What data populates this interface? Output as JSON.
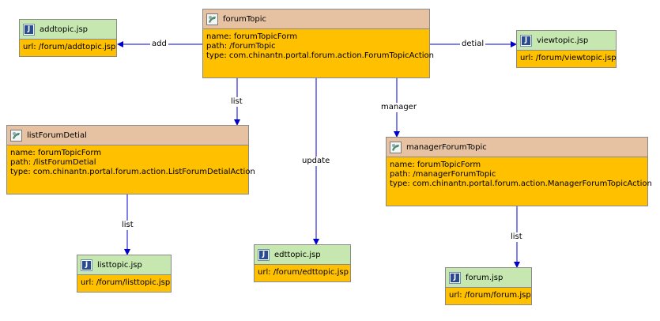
{
  "actions": {
    "forumTopic": {
      "name": "forumTopic",
      "lines": [
        "name: forumTopicForm",
        "path: /forumTopic",
        "type: com.chinantn.portal.forum.action.ForumTopicAction"
      ]
    },
    "listForumDetial": {
      "name": "listForumDetial",
      "lines": [
        "name: forumTopicForm",
        "path: /listForumDetial",
        "type: com.chinantn.portal.forum.action.ListForumDetialAction"
      ]
    },
    "managerForumTopic": {
      "name": "managerForumTopic",
      "lines": [
        "name: forumTopicForm",
        "path: /managerForumTopic",
        "type: com.chinantn.portal.forum.action.ManagerForumTopicAction"
      ]
    }
  },
  "pages": {
    "addtopic": {
      "name": "addtopic.jsp",
      "url": "url: /forum/addtopic.jsp"
    },
    "viewtopic": {
      "name": "viewtopic.jsp",
      "url": "url: /forum/viewtopic.jsp"
    },
    "listtopic": {
      "name": "listtopic.jsp",
      "url": "url: /forum/listtopic.jsp"
    },
    "edttopic": {
      "name": "edttopic.jsp",
      "url": "url: /forum/edttopic.jsp"
    },
    "forum": {
      "name": "forum.jsp",
      "url": "url: /forum/forum.jsp"
    }
  },
  "edges": {
    "add": "add",
    "detial": "detial",
    "list1": "list",
    "update": "update",
    "manager": "manager",
    "list2": "list",
    "list3": "list"
  },
  "icons": {
    "jsp": "jsp-file-icon",
    "action": "struts-action-icon",
    "jsp_letter": "J"
  },
  "colors": {
    "edge": "#0000cc",
    "action_header": "#e6c2a2",
    "jsp_header": "#c6e8b0",
    "body": "#ffc000"
  }
}
